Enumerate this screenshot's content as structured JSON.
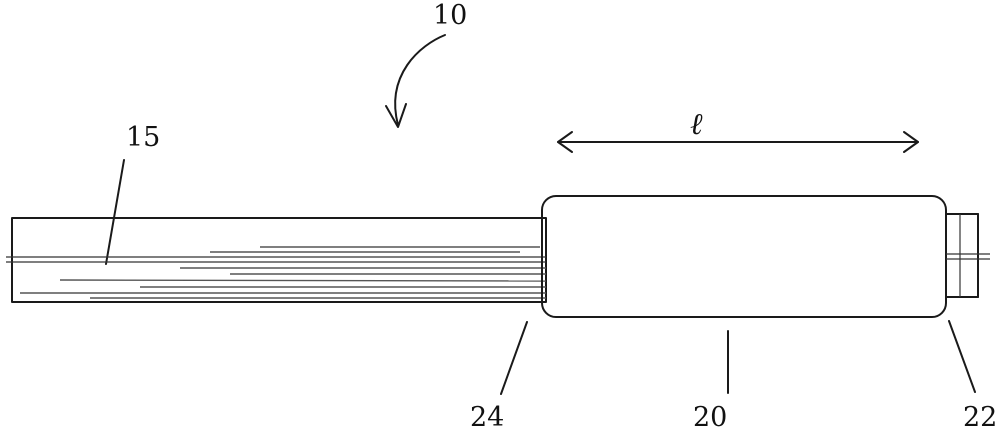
{
  "figure": {
    "labels": {
      "assembly": "10",
      "tube": "15",
      "body": "20",
      "right_end": "22",
      "left_end": "24",
      "length_symbol": "ℓ"
    }
  }
}
